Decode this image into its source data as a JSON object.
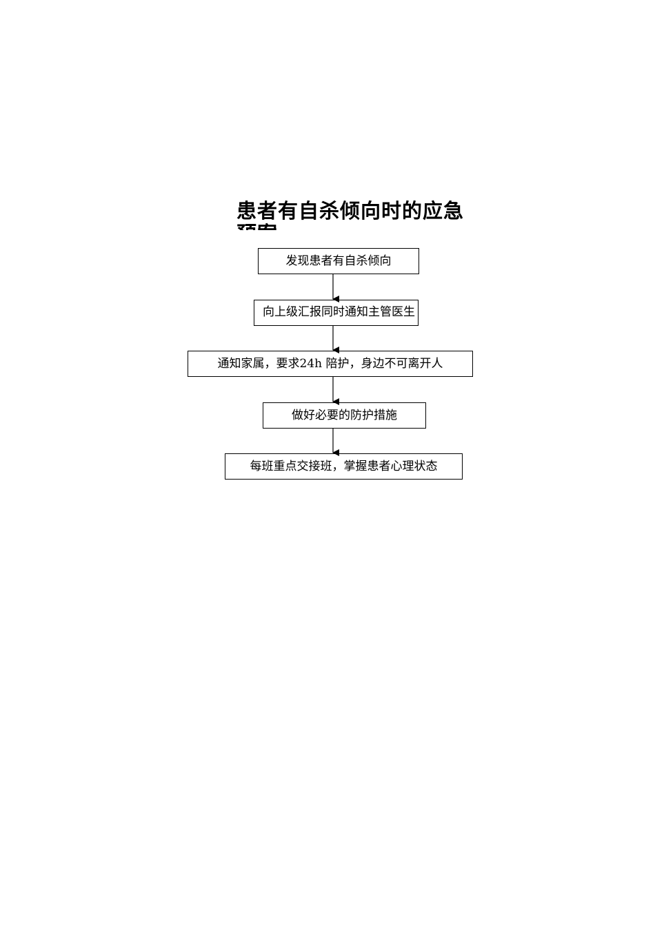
{
  "title": "患者有自杀倾向时的应急预案",
  "steps": [
    "发现患者有自杀倾向",
    "向上级汇报同时通知主管医生",
    "通知家属，要求24h 陪护，身边不可离开人",
    "做好必要的防护措施",
    "每班重点交接班，掌握患者心理状态"
  ]
}
